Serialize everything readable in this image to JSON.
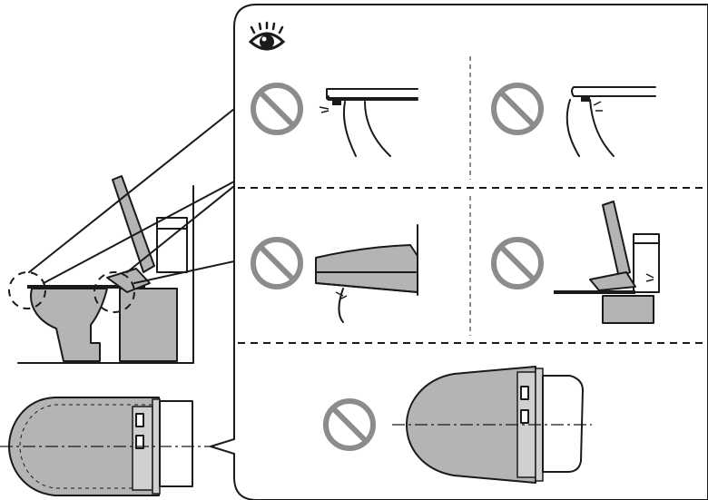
{
  "figure": {
    "kind": "toilet-seat-installation-check",
    "main_icon": "eye-icon",
    "prohibited_icon": "no-entry-icon",
    "panels": [
      {
        "id": "gap-front-left",
        "status": "prohibited"
      },
      {
        "id": "gap-front-right",
        "status": "prohibited"
      },
      {
        "id": "gap-under-seat",
        "status": "prohibited"
      },
      {
        "id": "gap-rear-tank",
        "status": "prohibited"
      },
      {
        "id": "misaligned-top-view",
        "status": "prohibited"
      }
    ],
    "colors": {
      "outline": "#1a1a1a",
      "fill_gray": "#b4b4b4",
      "no_sign": "#8c8c8c"
    }
  }
}
